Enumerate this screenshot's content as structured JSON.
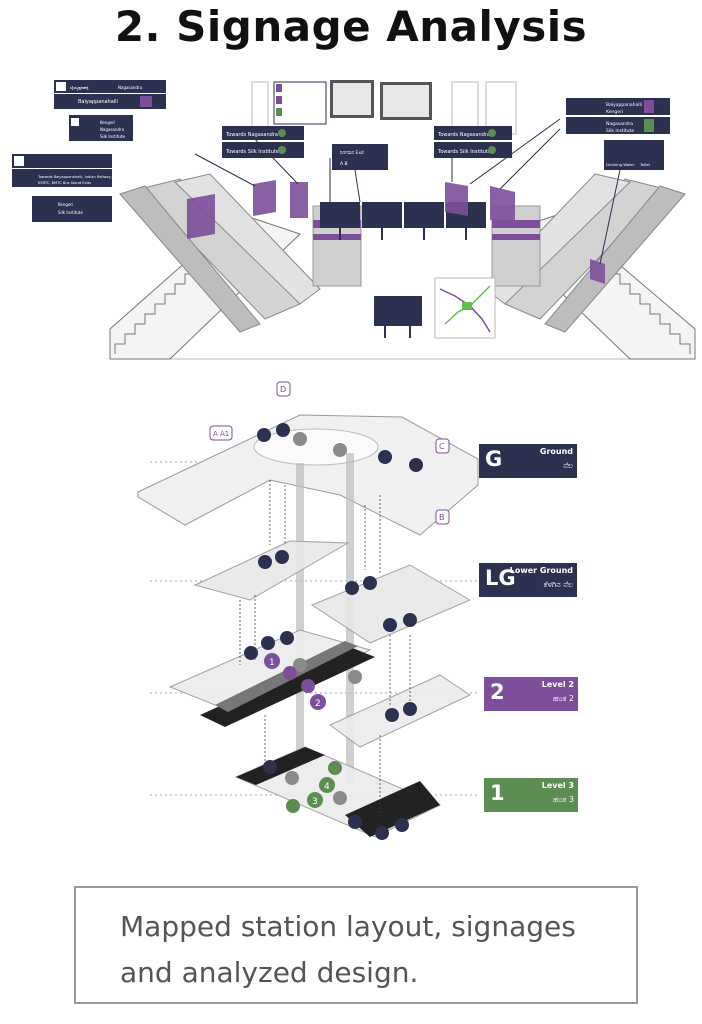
{
  "title": "2. Signage Analysis",
  "caption": "Mapped station layout, signages and analyzed design.",
  "colors": {
    "navy": "#2c3150",
    "purple": "#7d4f9b",
    "green": "#5c8d52",
    "grey": "#8a8a8a"
  },
  "signs": {
    "left_top": {
      "l1": "ಬೈಯ್ಯಪ್ಪನಹಳ್ಳಿ",
      "l2": "Baiyappanahalli",
      "l3": "Nagasandra"
    },
    "left_mid": {
      "l1": "Kengeri",
      "l2": "Nagasandra",
      "l3": "Silk Institute"
    },
    "left_big": {
      "l1": "Towards Baiyappanahalli, Indian Railway,",
      "l2": "KSRTC, BMTC Bus Stand Exits",
      "l3": "Kengeri",
      "l4": "Silk Institute"
    },
    "center_left": {
      "l1": "Towards Nagasandra",
      "l2": "Towards Silk Institute"
    },
    "center_exit": {
      "l1": "ನಿರ್ಗಮನ Exit",
      "l2": "A  B"
    },
    "center_right": {
      "l1": "Towards Nagasandra",
      "l2": "Towards Silk Institute"
    },
    "right_top": {
      "l1": "Baiyappanahalli",
      "l2": "Kengeri",
      "l3": "Nagasandra",
      "l4": "Silk Institute"
    },
    "right_bottom": {
      "l1": "Drinking Water",
      "l2": "Toilet"
    }
  },
  "levels": [
    {
      "code": "G",
      "en": "Ground",
      "loc": "ನೆಲ",
      "color": "#2c3150"
    },
    {
      "code": "LG",
      "en": "Lower Ground",
      "loc": "ಕೆಳಗಿನ ನೆಲ",
      "color": "#2c3150"
    },
    {
      "code": "2",
      "en": "Level 2",
      "loc": "ಹಂತ 2",
      "color": "#7d4f9b"
    },
    {
      "code": "1",
      "en": "Level 3",
      "loc": "ಹಂತ 3",
      "color": "#5c8d52"
    }
  ],
  "markers": {
    "exit_a": "A  A1",
    "exit_d": "D",
    "exit_c": "C",
    "exit_b": "B",
    "p1": "1",
    "p2": "2",
    "p3": "3",
    "p4": "4"
  }
}
